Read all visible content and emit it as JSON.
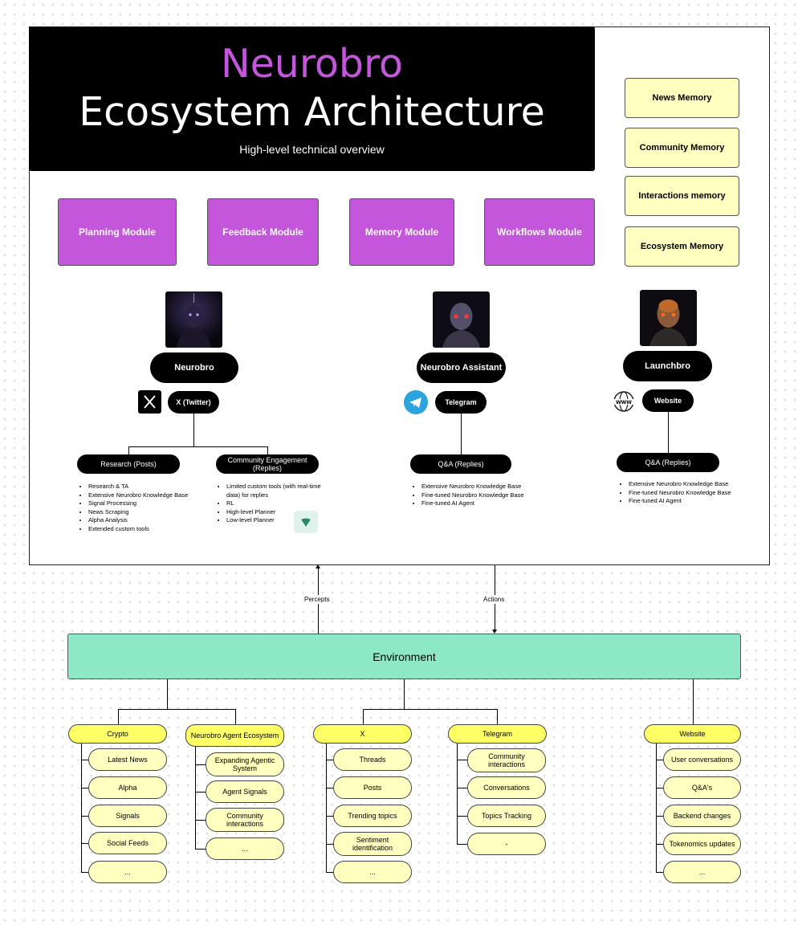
{
  "title": {
    "accent": "Neurobro",
    "rest": " Ecosystem Architecture"
  },
  "subtitle": "High-level technical overview",
  "modules": [
    "Planning Module",
    "Feedback Module",
    "Memory Module",
    "Workflows Module"
  ],
  "memories": [
    "News Memory",
    "Community Memory",
    "Interactions memory",
    "Ecosystem Memory"
  ],
  "agents": [
    {
      "name": "Neurobro",
      "channel": "X (Twitter)",
      "channel_icon": "x-logo-icon",
      "branches": [
        {
          "label": "Research (Posts)",
          "items": [
            "Research & TA",
            "Extensive Neurobro Knowledge Base",
            "Signal Processing",
            "News Scraping",
            "Alpha Analysis",
            "Extended custom tools"
          ]
        },
        {
          "label": "Community Engagement (Replies)",
          "items": [
            "Limited custom tools (with real-time data) for replies",
            "RL",
            "High-level Planner",
            "Low-level Planner"
          ]
        }
      ]
    },
    {
      "name": "Neurobro Assistant",
      "channel": "Telegram",
      "channel_icon": "telegram-icon",
      "branches": [
        {
          "label": "Q&A (Replies)",
          "items": [
            "Extensive Neurobro Knowledge Base",
            "Fine-tuned Neurobro Knowledge Base",
            "Fine-tuned AI Agent"
          ]
        }
      ]
    },
    {
      "name": "Launchbro",
      "channel": "Website",
      "channel_icon": "globe-www-icon",
      "branches": [
        {
          "label": "Q&A (Replies)",
          "items": [
            "Extensive Neurobro Knowledge Base",
            "Fine-tuned Neurobro Knowledge Base",
            "Fine-tuned AI Agent"
          ]
        }
      ]
    }
  ],
  "arrows": {
    "percepts": "Percepts",
    "actions": "Actions"
  },
  "environment": "Environment",
  "categories": [
    {
      "name": "Crypto",
      "children": [
        "Latest News",
        "Alpha",
        "Signals",
        "Social Feeds",
        "..."
      ]
    },
    {
      "name": "Neurobro Agent Ecosystem",
      "children": [
        "Expanding Agentic System",
        "Agent Signals",
        "Community interactions",
        "..."
      ]
    },
    {
      "name": "X",
      "children": [
        "Threads",
        "Posts",
        "Trending topics",
        "Sentiment identification",
        "..."
      ]
    },
    {
      "name": "Telegram",
      "children": [
        "Community interactions",
        "Conversations",
        "Topics Tracking",
        "-"
      ]
    },
    {
      "name": "Website",
      "children": [
        "User conversations",
        "Q&A's",
        "Backend changes",
        "Tokenomics updates",
        "..."
      ]
    }
  ],
  "colors": {
    "accent_purple": "#c456db",
    "memory_yellow": "#ffffc0",
    "category_yellow": "#ffff66",
    "environment_green": "#8de8c6",
    "telegram_blue": "#2aa3df"
  }
}
